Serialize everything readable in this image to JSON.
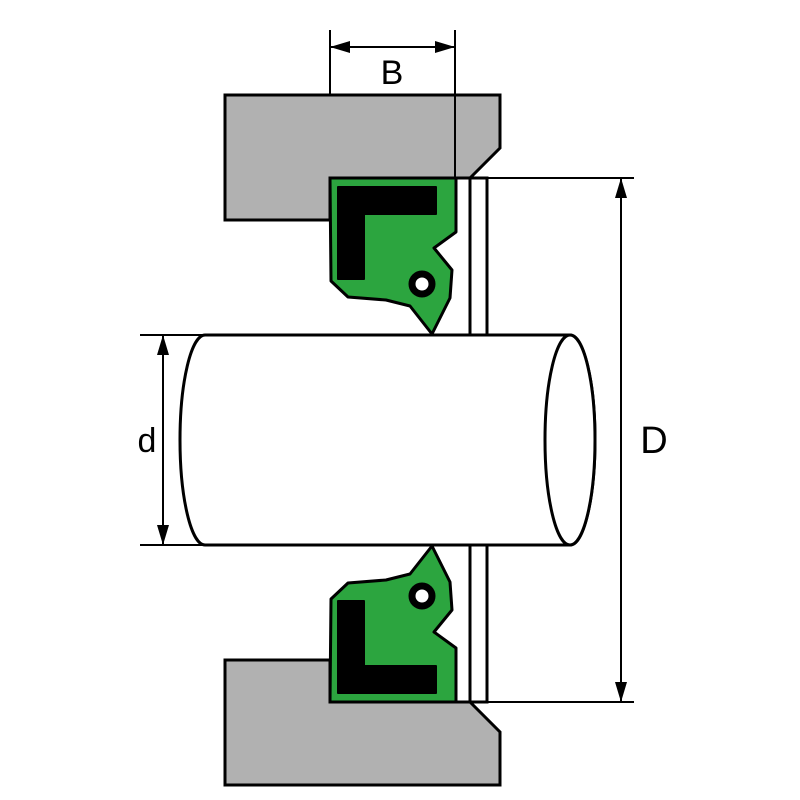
{
  "diagram": {
    "dimension_labels": {
      "width": "B",
      "shaft_diameter": "d",
      "outer_diameter": "D"
    }
  },
  "colors": {
    "housing": "#b1b1b1",
    "seal": "#2ca53f",
    "case": "#000000",
    "line": "#000000",
    "shaft": "#ffffff",
    "background": "#ffffff"
  }
}
